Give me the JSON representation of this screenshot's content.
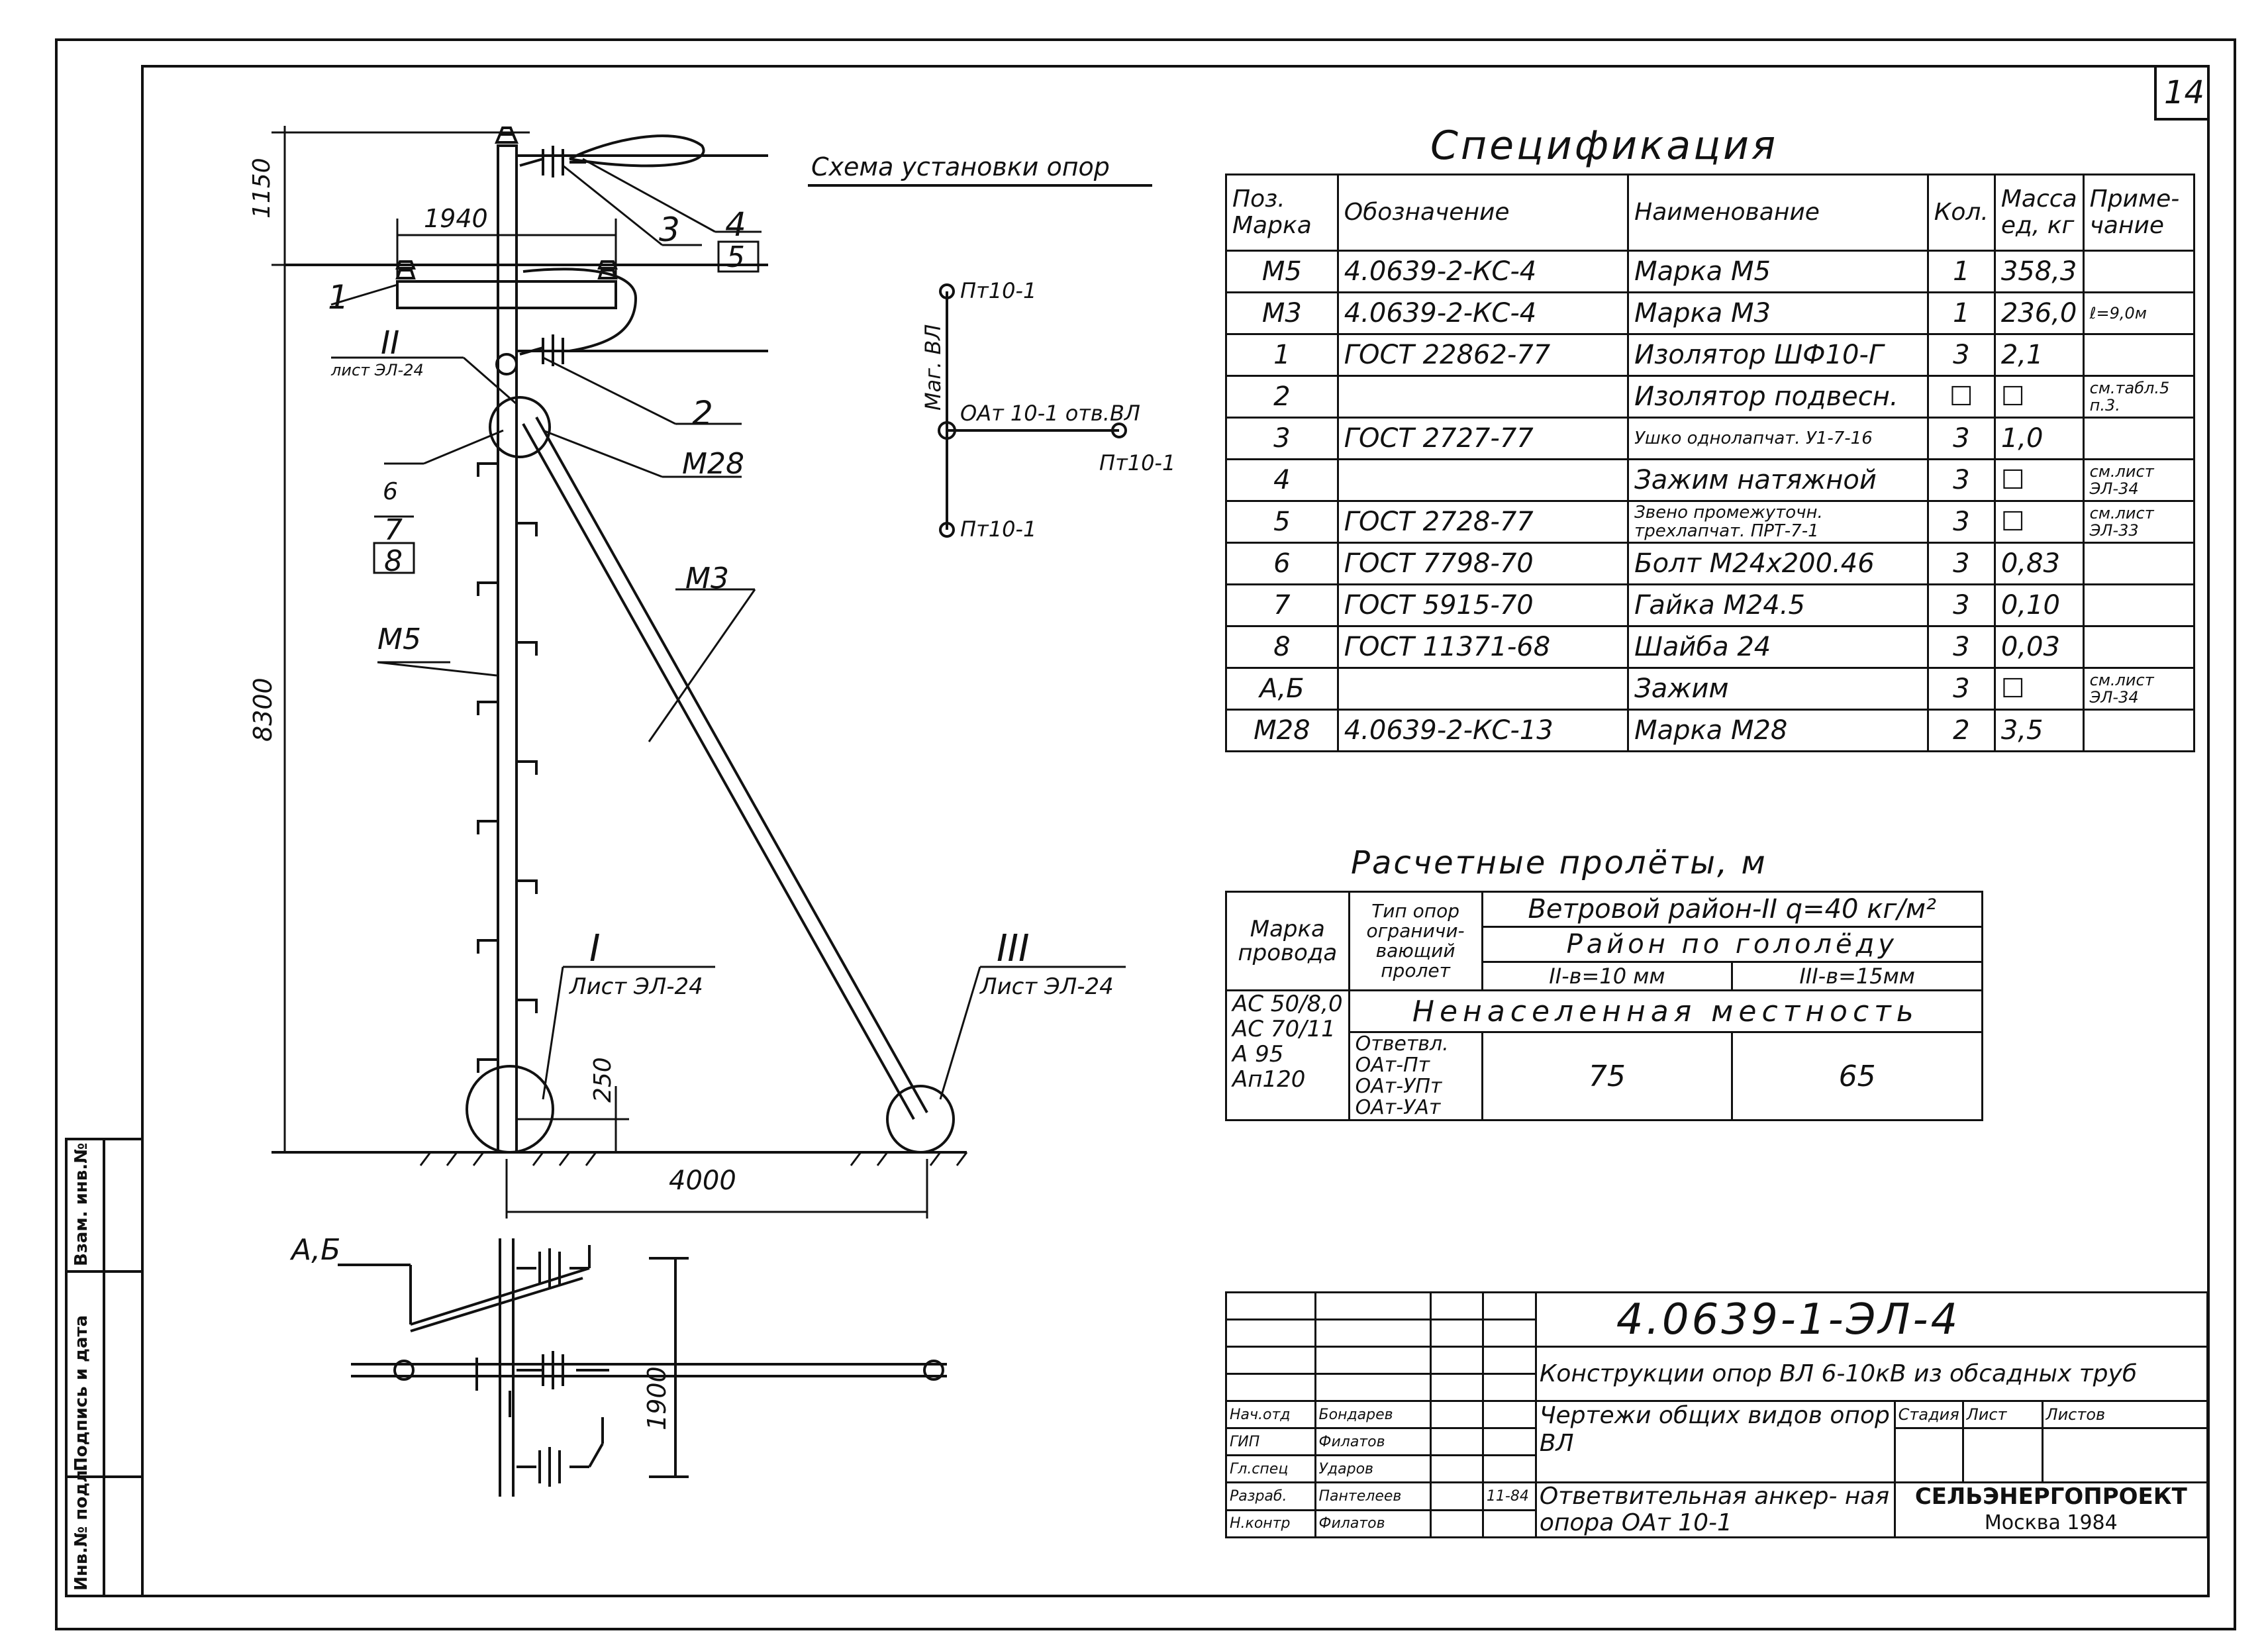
{
  "sheet_number": "14",
  "side_stamp": [
    "Инв.№ подл.",
    "Подпись и дата",
    "Взам. инв.№"
  ],
  "drawing": {
    "dims": {
      "top": "1150",
      "crossarm": "1940",
      "height": "8300",
      "base": "250",
      "span": "4000",
      "lower": "1900"
    },
    "labels": {
      "p1": "1",
      "p2": "2",
      "p3": "3",
      "p4": "4",
      "p5": "5",
      "p6": "6",
      "p7": "7",
      "p8": "8",
      "m5": "М5",
      "m3": "М3",
      "m28": "М28",
      "ab": "А,Б",
      "r2": "II",
      "r2_sheet": "лист ЭЛ-24",
      "r1": "I",
      "r1_sheet": "Лист ЭЛ-24",
      "r3": "III",
      "r3_sheet": "Лист ЭЛ-24"
    }
  },
  "scheme": {
    "title": "Схема установки опор",
    "line_label": "Маг. ВЛ",
    "top": "Пт10-1",
    "mid": "ОАт 10-1 отв.ВЛ",
    "right": "Пт10-1",
    "bottom": "Пт10-1"
  },
  "specification": {
    "title": "Спецификация",
    "headers": [
      "Поз. Марка",
      "Обозначение",
      "Наименование",
      "Кол.",
      "Масса ед, кг",
      "Приме- чание"
    ],
    "rows": [
      [
        "М5",
        "4.0639-2-КС-4",
        "Марка М5",
        "1",
        "358,3",
        ""
      ],
      [
        "М3",
        "4.0639-2-КС-4",
        "Марка М3",
        "1",
        "236,0",
        "ℓ=9,0м"
      ],
      [
        "1",
        "ГОСТ 22862-77",
        "Изолятор ШФ10-Г",
        "3",
        "2,1",
        ""
      ],
      [
        "2",
        "",
        "Изолятор подвесн.",
        "☐",
        "☐",
        "см.табл.5 п.3."
      ],
      [
        "3",
        "ГОСТ 2727-77",
        "Ушко однолапчат. У1-7-16",
        "3",
        "1,0",
        ""
      ],
      [
        "4",
        "",
        "Зажим натяжной",
        "3",
        "☐",
        "см.лист ЭЛ-34"
      ],
      [
        "5",
        "ГОСТ 2728-77",
        "Звено промежуточн. трехлапчат. ПРТ-7-1",
        "3",
        "☐",
        "см.лист ЭЛ-33"
      ],
      [
        "6",
        "ГОСТ 7798-70",
        "Болт М24х200.46",
        "3",
        "0,83",
        ""
      ],
      [
        "7",
        "ГОСТ 5915-70",
        "Гайка М24.5",
        "3",
        "0,10",
        ""
      ],
      [
        "8",
        "ГОСТ 11371-68",
        "Шайба 24",
        "3",
        "0,03",
        ""
      ],
      [
        "А,Б",
        "",
        "Зажим",
        "3",
        "☐",
        "см.лист ЭЛ-34"
      ],
      [
        "М28",
        "4.0639-2-КС-13",
        "Марка М28",
        "2",
        "3,5",
        ""
      ]
    ]
  },
  "spans": {
    "title": "Расчетные пролёты, м",
    "h_wire": "Марка провода",
    "h_type": "Тип опор ограничи- вающий пролет",
    "h_wind": "Ветровой район-II q=40 кг/м²",
    "h_ice": "Район по гололёду",
    "h_ice2": "II-в=10 мм",
    "h_ice3": "III-в=15мм",
    "area": "Ненаселенная местность",
    "wires": [
      "АС 50/8,0",
      "АС 70/11",
      "А 95",
      "Ап120"
    ],
    "types": [
      "Ответвл.",
      "ОАт-Пт",
      "ОАт-УПт",
      "ОАт-УАт"
    ],
    "v2": "75",
    "v3": "65"
  },
  "title_block": {
    "code": "4.0639-1-ЭЛ-4",
    "project": "Конструкции опор ВЛ 6-10кВ из обсадных труб",
    "drawing": "Чертежи общих видов опор ВЛ",
    "sheet_title": "Ответвительная анкер- ная опора ОАт 10-1",
    "col_stage": "Стадия",
    "col_sheet": "Лист",
    "col_sheets": "Листов",
    "org": "СЕЛЬЭНЕРГОПРОЕКТ",
    "city": "Москва 1984",
    "date": "11-84",
    "roles": [
      "Нач.отд",
      "ГИП",
      "Гл.спец",
      "Разраб.",
      "Н.контр"
    ],
    "names": [
      "Бондарев",
      "Филатов",
      "Ударов",
      "Пантелеев",
      "Филатов"
    ]
  }
}
